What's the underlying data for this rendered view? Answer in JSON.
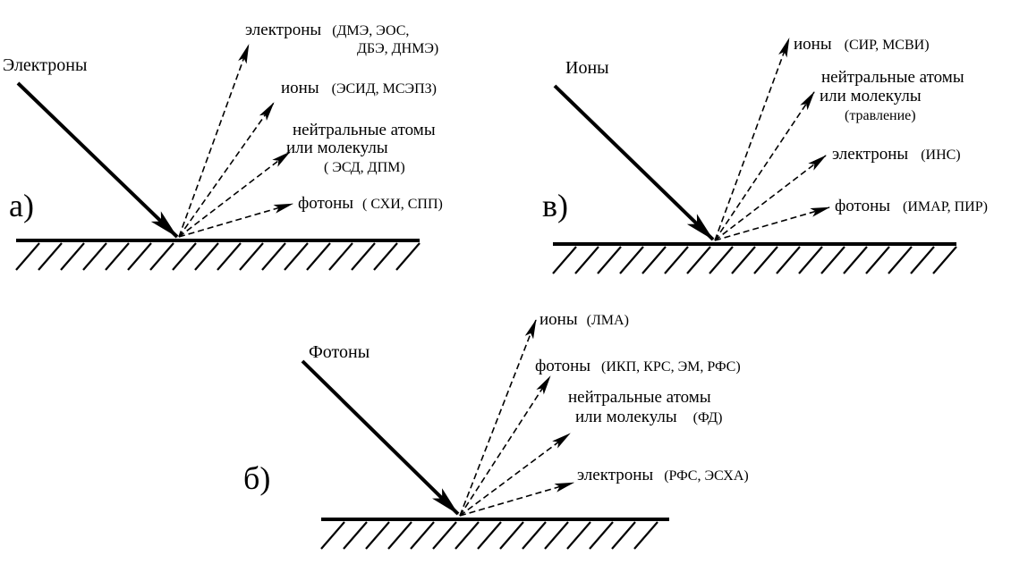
{
  "panel_a": {
    "letter": "а)",
    "incident": "Электроны",
    "emitted": [
      {
        "line1": "электроны",
        "line1_paren": "(ДМЭ, ЭОС,",
        "line2": "ДБЭ, ДНМЭ)"
      },
      {
        "line1": "ионы",
        "line1_paren": "(ЭСИД, МСЭПЗ)"
      },
      {
        "line1": "нейтральные атомы",
        "line2": "или молекулы",
        "line3": "( ЭСД, ДПМ)"
      },
      {
        "line1": "фотоны",
        "line1_paren": "( СХИ, СПП)"
      }
    ]
  },
  "panel_v": {
    "letter": "в)",
    "incident": "Ионы",
    "emitted": [
      {
        "line1": "ионы",
        "line1_paren": "(СИР, МСВИ)"
      },
      {
        "line1": "нейтральные атомы",
        "line2": "или молекулы",
        "line3": "(травление)"
      },
      {
        "line1": "электроны",
        "line1_paren": "(ИНС)"
      },
      {
        "line1": "фотоны",
        "line1_paren": "(ИМАР, ПИР)"
      }
    ]
  },
  "panel_b": {
    "letter": "б)",
    "incident": "Фотоны",
    "emitted": [
      {
        "line1": "ионы",
        "line1_paren": "(ЛМА)"
      },
      {
        "line1": "фотоны",
        "line1_paren": "(ИКП, КРС, ЭМ, РФС)"
      },
      {
        "line1": "нейтральные атомы",
        "line2": "или молекулы",
        "line2_paren": "(ФД)"
      },
      {
        "line1": "электроны",
        "line1_paren": "(РФС, ЭСХА)"
      }
    ]
  }
}
